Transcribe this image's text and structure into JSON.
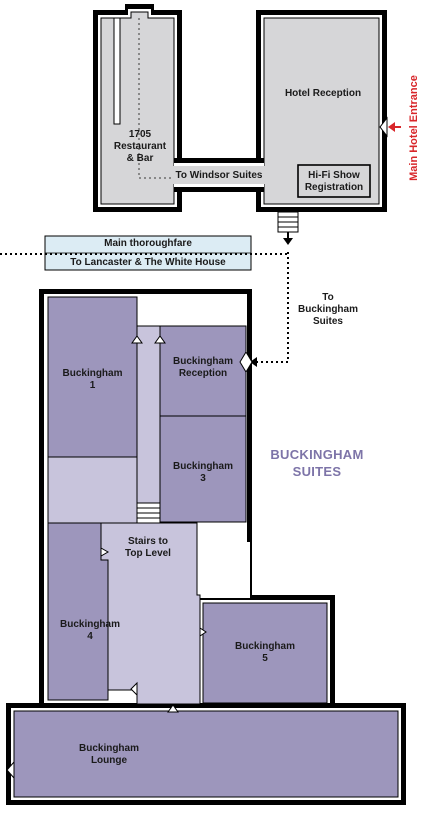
{
  "title": "BUCKINGHAM\nSUITES",
  "entrance": "Main Hotel Entrance",
  "rooms": {
    "restaurant": "1705\nRestaurant\n& Bar",
    "hotel_reception": "Hotel Reception",
    "hifi": "Hi-Fi Show\nRegistration",
    "buckingham1": "Buckingham\n1",
    "buckingham_reception": "Buckingham\nReception",
    "buckingham3": "Buckingham\n3",
    "stairs_top": "Stairs to\nTop Level",
    "buckingham4": "Buckingham\n4",
    "buckingham5": "Buckingham\n5",
    "lounge": "Buckingham\nLounge"
  },
  "routes": {
    "windsor": "To Windsor Suites",
    "main_thoroughfare": "Main thoroughfare",
    "lancaster": "To Lancaster & The White House",
    "to_buckingham": "To\nBuckingham\nSuites"
  },
  "colors": {
    "room_dark": "#9d96bc",
    "room_light": "#c8c4dc",
    "hotel_gray": "#d6d6d8",
    "thoroughfare": "#dcecf4",
    "entrance_red": "#d8262a",
    "title_purple": "#7d74a8"
  }
}
